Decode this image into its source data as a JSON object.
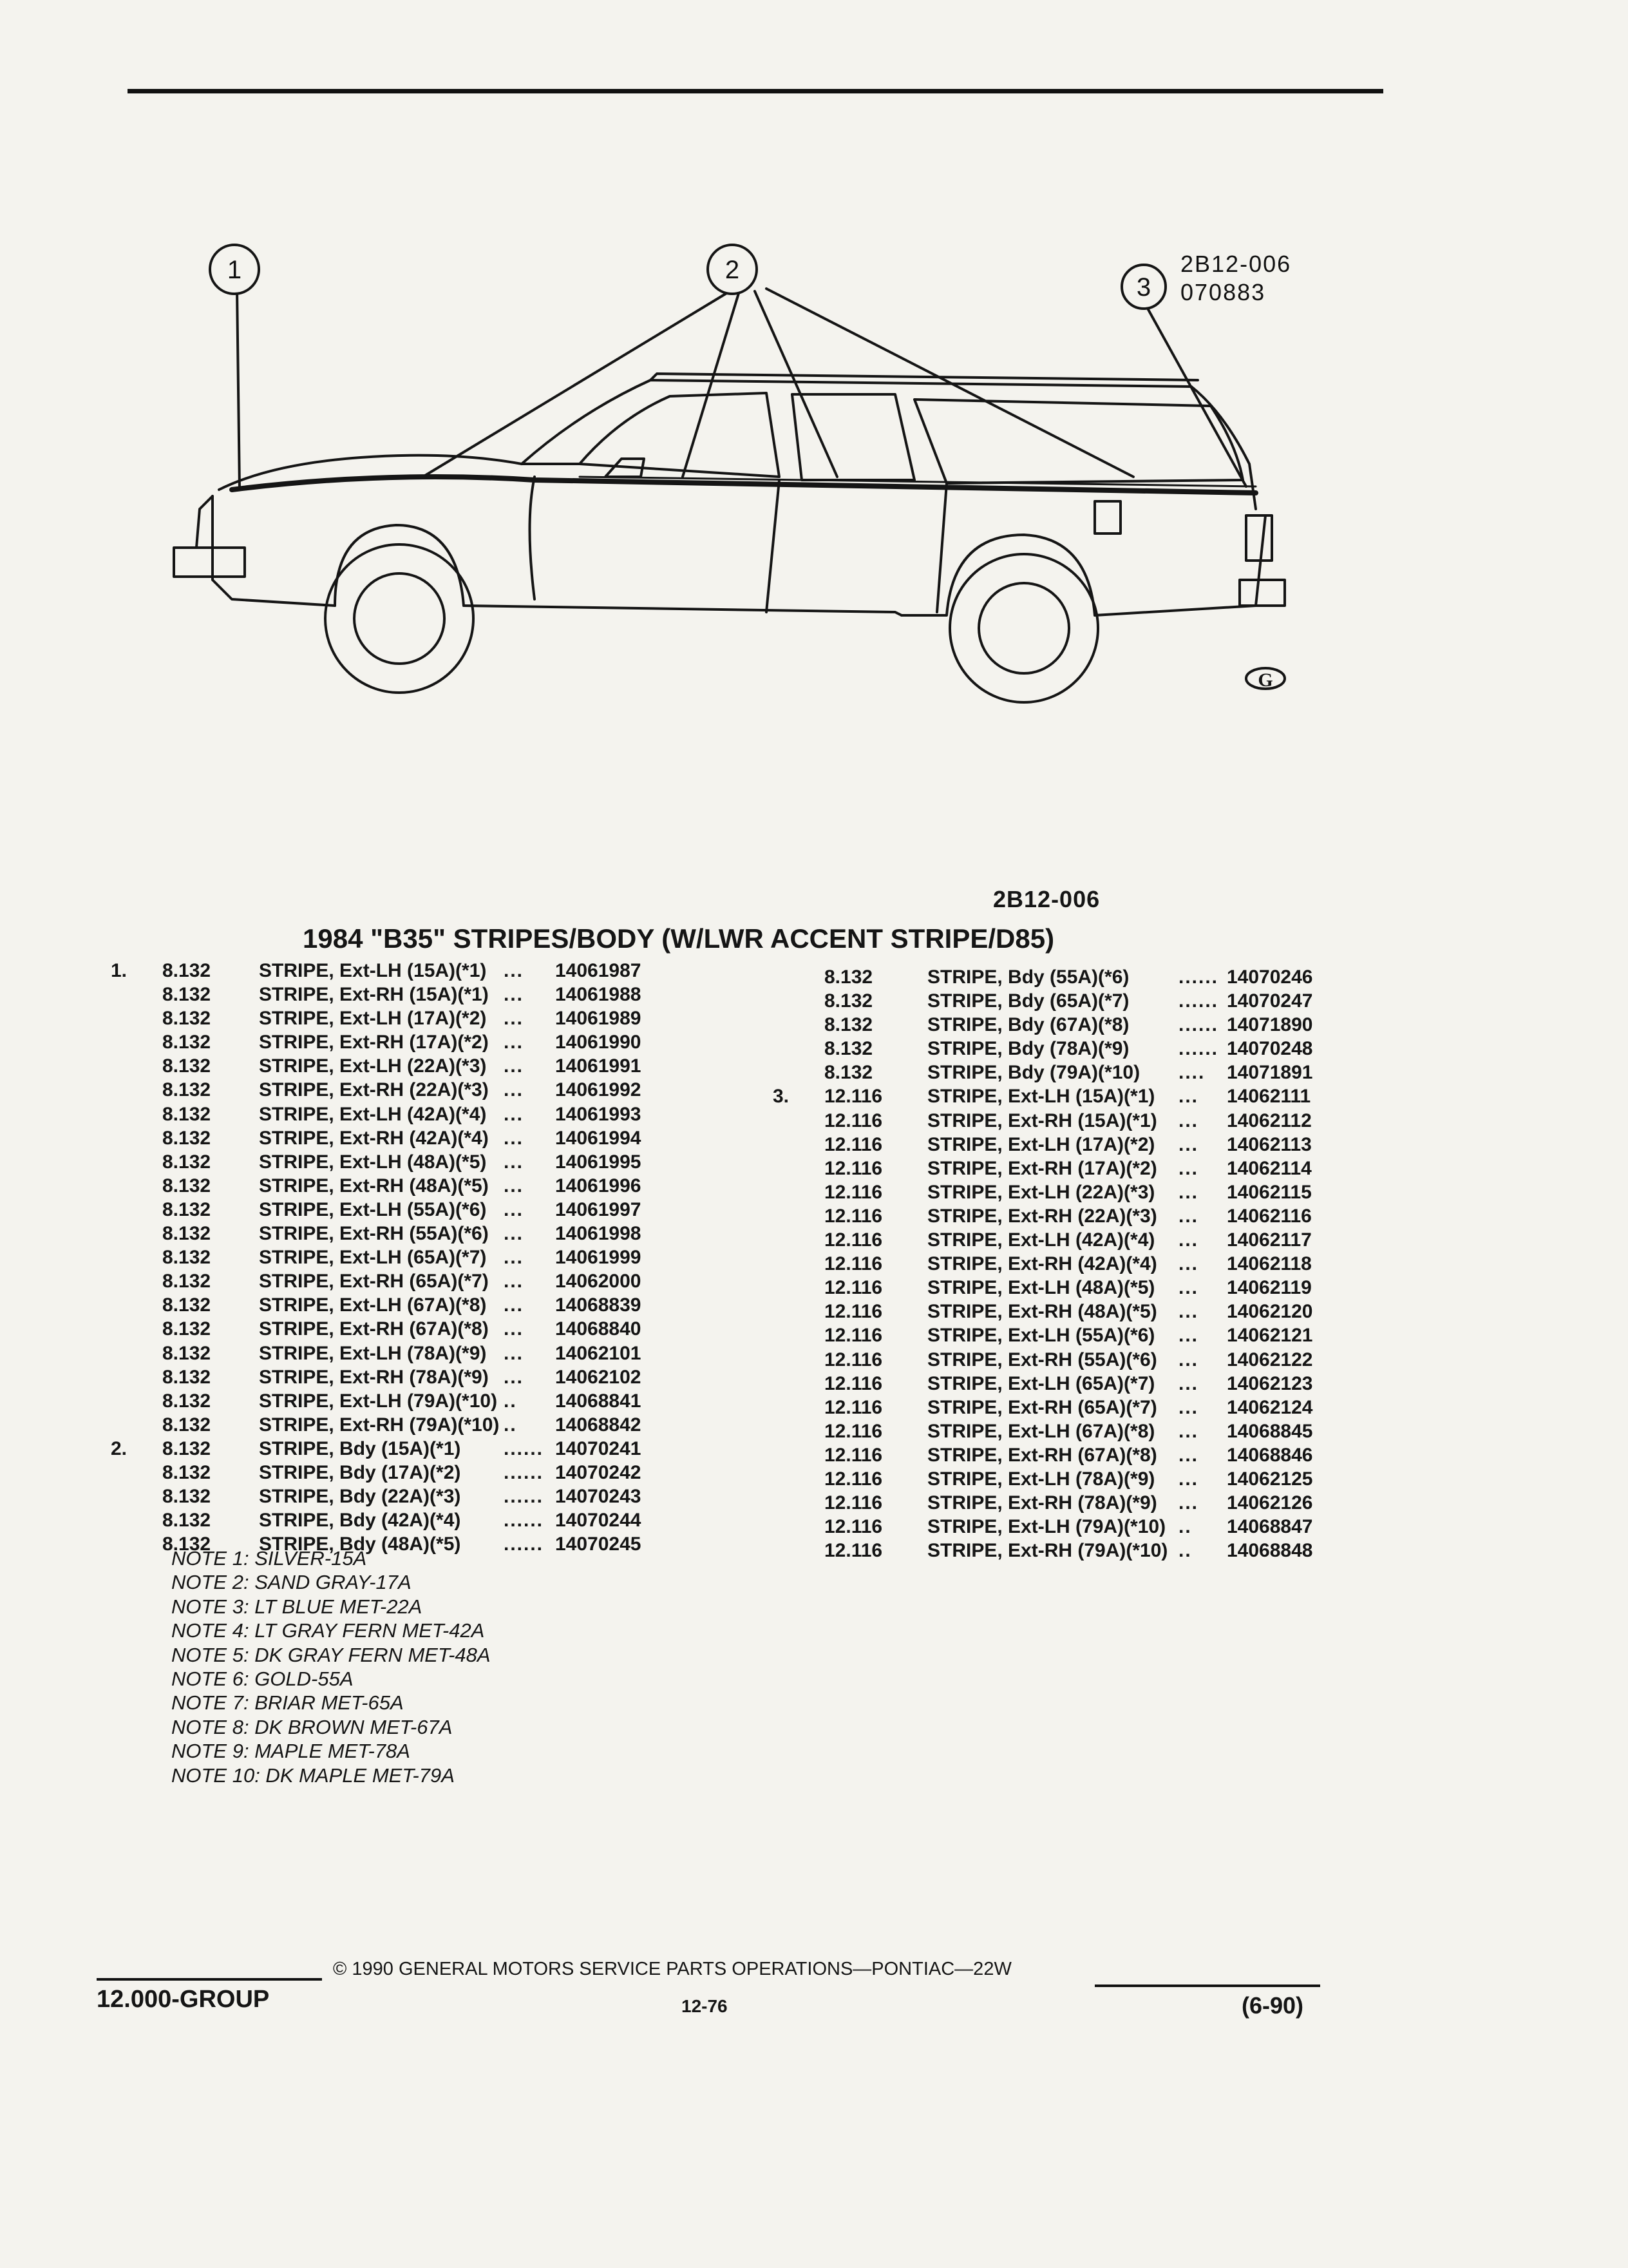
{
  "header": {
    "figure_code": "2B12-006"
  },
  "figure": {
    "callouts": [
      "1",
      "2",
      "3"
    ],
    "code_line1": "2B12-006",
    "code_line2": "070883",
    "corner_icon": "gm-g-logo-icon"
  },
  "title": "1984 \"B35\" STRIPES/BODY (W/LWR ACCENT STRIPE/D85)",
  "left_column": [
    {
      "ref": "1.",
      "group": "8.132",
      "desc": "STRIPE, Ext-LH (15A)(*1)",
      "dots": "...",
      "part": "14061987"
    },
    {
      "ref": "",
      "group": "8.132",
      "desc": "STRIPE, Ext-RH (15A)(*1)",
      "dots": "...",
      "part": "14061988"
    },
    {
      "ref": "",
      "group": "8.132",
      "desc": "STRIPE, Ext-LH (17A)(*2)",
      "dots": "...",
      "part": "14061989"
    },
    {
      "ref": "",
      "group": "8.132",
      "desc": "STRIPE, Ext-RH (17A)(*2)",
      "dots": "...",
      "part": "14061990"
    },
    {
      "ref": "",
      "group": "8.132",
      "desc": "STRIPE, Ext-LH (22A)(*3)",
      "dots": "...",
      "part": "14061991"
    },
    {
      "ref": "",
      "group": "8.132",
      "desc": "STRIPE, Ext-RH (22A)(*3)",
      "dots": "...",
      "part": "14061992"
    },
    {
      "ref": "",
      "group": "8.132",
      "desc": "STRIPE, Ext-LH (42A)(*4)",
      "dots": "...",
      "part": "14061993"
    },
    {
      "ref": "",
      "group": "8.132",
      "desc": "STRIPE, Ext-RH (42A)(*4)",
      "dots": "...",
      "part": "14061994"
    },
    {
      "ref": "",
      "group": "8.132",
      "desc": "STRIPE, Ext-LH (48A)(*5)",
      "dots": "...",
      "part": "14061995"
    },
    {
      "ref": "",
      "group": "8.132",
      "desc": "STRIPE, Ext-RH (48A)(*5)",
      "dots": "...",
      "part": "14061996"
    },
    {
      "ref": "",
      "group": "8.132",
      "desc": "STRIPE, Ext-LH (55A)(*6)",
      "dots": "...",
      "part": "14061997"
    },
    {
      "ref": "",
      "group": "8.132",
      "desc": "STRIPE, Ext-RH (55A)(*6)",
      "dots": "...",
      "part": "14061998"
    },
    {
      "ref": "",
      "group": "8.132",
      "desc": "STRIPE, Ext-LH (65A)(*7)",
      "dots": "...",
      "part": "14061999"
    },
    {
      "ref": "",
      "group": "8.132",
      "desc": "STRIPE, Ext-RH (65A)(*7)",
      "dots": "...",
      "part": "14062000"
    },
    {
      "ref": "",
      "group": "8.132",
      "desc": "STRIPE, Ext-LH (67A)(*8)",
      "dots": "...",
      "part": "14068839"
    },
    {
      "ref": "",
      "group": "8.132",
      "desc": "STRIPE, Ext-RH (67A)(*8)",
      "dots": "...",
      "part": "14068840"
    },
    {
      "ref": "",
      "group": "8.132",
      "desc": "STRIPE, Ext-LH (78A)(*9)",
      "dots": "...",
      "part": "14062101"
    },
    {
      "ref": "",
      "group": "8.132",
      "desc": "STRIPE, Ext-RH (78A)(*9)",
      "dots": "...",
      "part": "14062102"
    },
    {
      "ref": "",
      "group": "8.132",
      "desc": "STRIPE, Ext-LH (79A)(*10)",
      "dots": "..",
      "part": "14068841"
    },
    {
      "ref": "",
      "group": "8.132",
      "desc": "STRIPE, Ext-RH (79A)(*10)",
      "dots": "..",
      "part": "14068842"
    },
    {
      "ref": "2.",
      "group": "8.132",
      "desc": "STRIPE, Bdy (15A)(*1)",
      "dots": "......",
      "part": "14070241"
    },
    {
      "ref": "",
      "group": "8.132",
      "desc": "STRIPE, Bdy (17A)(*2)",
      "dots": "......",
      "part": "14070242"
    },
    {
      "ref": "",
      "group": "8.132",
      "desc": "STRIPE, Bdy (22A)(*3)",
      "dots": "......",
      "part": "14070243"
    },
    {
      "ref": "",
      "group": "8.132",
      "desc": "STRIPE, Bdy (42A)(*4)",
      "dots": "......",
      "part": "14070244"
    },
    {
      "ref": "",
      "group": "8.132",
      "desc": "STRIPE, Bdy (48A)(*5)",
      "dots": "......",
      "part": "14070245"
    }
  ],
  "right_column": [
    {
      "ref": "",
      "group": "8.132",
      "desc": "STRIPE, Bdy (55A)(*6)",
      "dots": "......",
      "part": "14070246"
    },
    {
      "ref": "",
      "group": "8.132",
      "desc": "STRIPE, Bdy (65A)(*7)",
      "dots": "......",
      "part": "14070247"
    },
    {
      "ref": "",
      "group": "8.132",
      "desc": "STRIPE, Bdy (67A)(*8)",
      "dots": "......",
      "part": "14071890"
    },
    {
      "ref": "",
      "group": "8.132",
      "desc": "STRIPE, Bdy (78A)(*9)",
      "dots": "......",
      "part": "14070248"
    },
    {
      "ref": "",
      "group": "8.132",
      "desc": "STRIPE, Bdy (79A)(*10)",
      "dots": "....",
      "part": "14071891"
    },
    {
      "ref": "3.",
      "group": "12.116",
      "desc": "STRIPE, Ext-LH (15A)(*1)",
      "dots": "...",
      "part": "14062111"
    },
    {
      "ref": "",
      "group": "12.116",
      "desc": "STRIPE, Ext-RH (15A)(*1)",
      "dots": "...",
      "part": "14062112"
    },
    {
      "ref": "",
      "group": "12.116",
      "desc": "STRIPE, Ext-LH (17A)(*2)",
      "dots": "...",
      "part": "14062113"
    },
    {
      "ref": "",
      "group": "12.116",
      "desc": "STRIPE, Ext-RH (17A)(*2)",
      "dots": "...",
      "part": "14062114"
    },
    {
      "ref": "",
      "group": "12.116",
      "desc": "STRIPE, Ext-LH (22A)(*3)",
      "dots": "...",
      "part": "14062115"
    },
    {
      "ref": "",
      "group": "12.116",
      "desc": "STRIPE, Ext-RH (22A)(*3)",
      "dots": "...",
      "part": "14062116"
    },
    {
      "ref": "",
      "group": "12.116",
      "desc": "STRIPE, Ext-LH (42A)(*4)",
      "dots": "...",
      "part": "14062117"
    },
    {
      "ref": "",
      "group": "12.116",
      "desc": "STRIPE, Ext-RH (42A)(*4)",
      "dots": "...",
      "part": "14062118"
    },
    {
      "ref": "",
      "group": "12.116",
      "desc": "STRIPE, Ext-LH (48A)(*5)",
      "dots": "...",
      "part": "14062119"
    },
    {
      "ref": "",
      "group": "12.116",
      "desc": "STRIPE, Ext-RH (48A)(*5)",
      "dots": "...",
      "part": "14062120"
    },
    {
      "ref": "",
      "group": "12.116",
      "desc": "STRIPE, Ext-LH (55A)(*6)",
      "dots": "...",
      "part": "14062121"
    },
    {
      "ref": "",
      "group": "12.116",
      "desc": "STRIPE, Ext-RH (55A)(*6)",
      "dots": "...",
      "part": "14062122"
    },
    {
      "ref": "",
      "group": "12.116",
      "desc": "STRIPE, Ext-LH (65A)(*7)",
      "dots": "...",
      "part": "14062123"
    },
    {
      "ref": "",
      "group": "12.116",
      "desc": "STRIPE, Ext-RH (65A)(*7)",
      "dots": "...",
      "part": "14062124"
    },
    {
      "ref": "",
      "group": "12.116",
      "desc": "STRIPE, Ext-LH (67A)(*8)",
      "dots": "...",
      "part": "14068845"
    },
    {
      "ref": "",
      "group": "12.116",
      "desc": "STRIPE, Ext-RH (67A)(*8)",
      "dots": "...",
      "part": "14068846"
    },
    {
      "ref": "",
      "group": "12.116",
      "desc": "STRIPE, Ext-LH (78A)(*9)",
      "dots": "...",
      "part": "14062125"
    },
    {
      "ref": "",
      "group": "12.116",
      "desc": "STRIPE, Ext-RH (78A)(*9)",
      "dots": "...",
      "part": "14062126"
    },
    {
      "ref": "",
      "group": "12.116",
      "desc": "STRIPE, Ext-LH (79A)(*10)",
      "dots": "..",
      "part": "14068847"
    },
    {
      "ref": "",
      "group": "12.116",
      "desc": "STRIPE, Ext-RH (79A)(*10)",
      "dots": "..",
      "part": "14068848"
    }
  ],
  "notes": [
    "NOTE 1: SILVER-15A",
    "NOTE 2: SAND GRAY-17A",
    "NOTE 3: LT BLUE MET-22A",
    "NOTE 4: LT GRAY FERN MET-42A",
    "NOTE 5: DK GRAY FERN MET-48A",
    "NOTE 6: GOLD-55A",
    "NOTE 7: BRIAR MET-65A",
    "NOTE 8: DK BROWN MET-67A",
    "NOTE 9: MAPLE MET-78A",
    "NOTE 10: DK MAPLE MET-79A"
  ],
  "footer": {
    "copyright": "© 1990 GENERAL MOTORS SERVICE PARTS OPERATIONS—PONTIAC—22W",
    "group": "12.000-GROUP",
    "page": "12-76",
    "date": "(6-90)"
  }
}
